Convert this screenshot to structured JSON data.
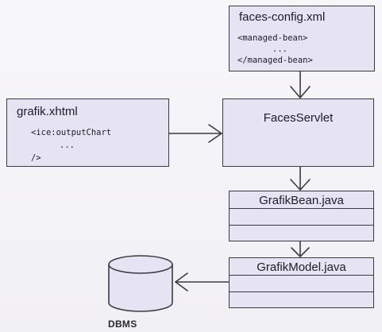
{
  "faces_config": {
    "title": "faces-config.xml",
    "line1": "<managed-bean>",
    "line2": "...",
    "line3": "</managed-bean>"
  },
  "grafik_xhtml": {
    "title": "grafik.xhtml",
    "line1": "<ice:outputChart",
    "line2": "...",
    "line3": "/>"
  },
  "faces_servlet": {
    "title": "FacesServlet"
  },
  "grafik_bean": {
    "title": "GrafikBean.java"
  },
  "grafik_model": {
    "title": "GrafikModel.java"
  },
  "dbms": {
    "label": "DBMS"
  },
  "colors": {
    "box_fill": "#e6e3f2",
    "stroke": "#3a3a44",
    "background": "#f4f3f7"
  }
}
